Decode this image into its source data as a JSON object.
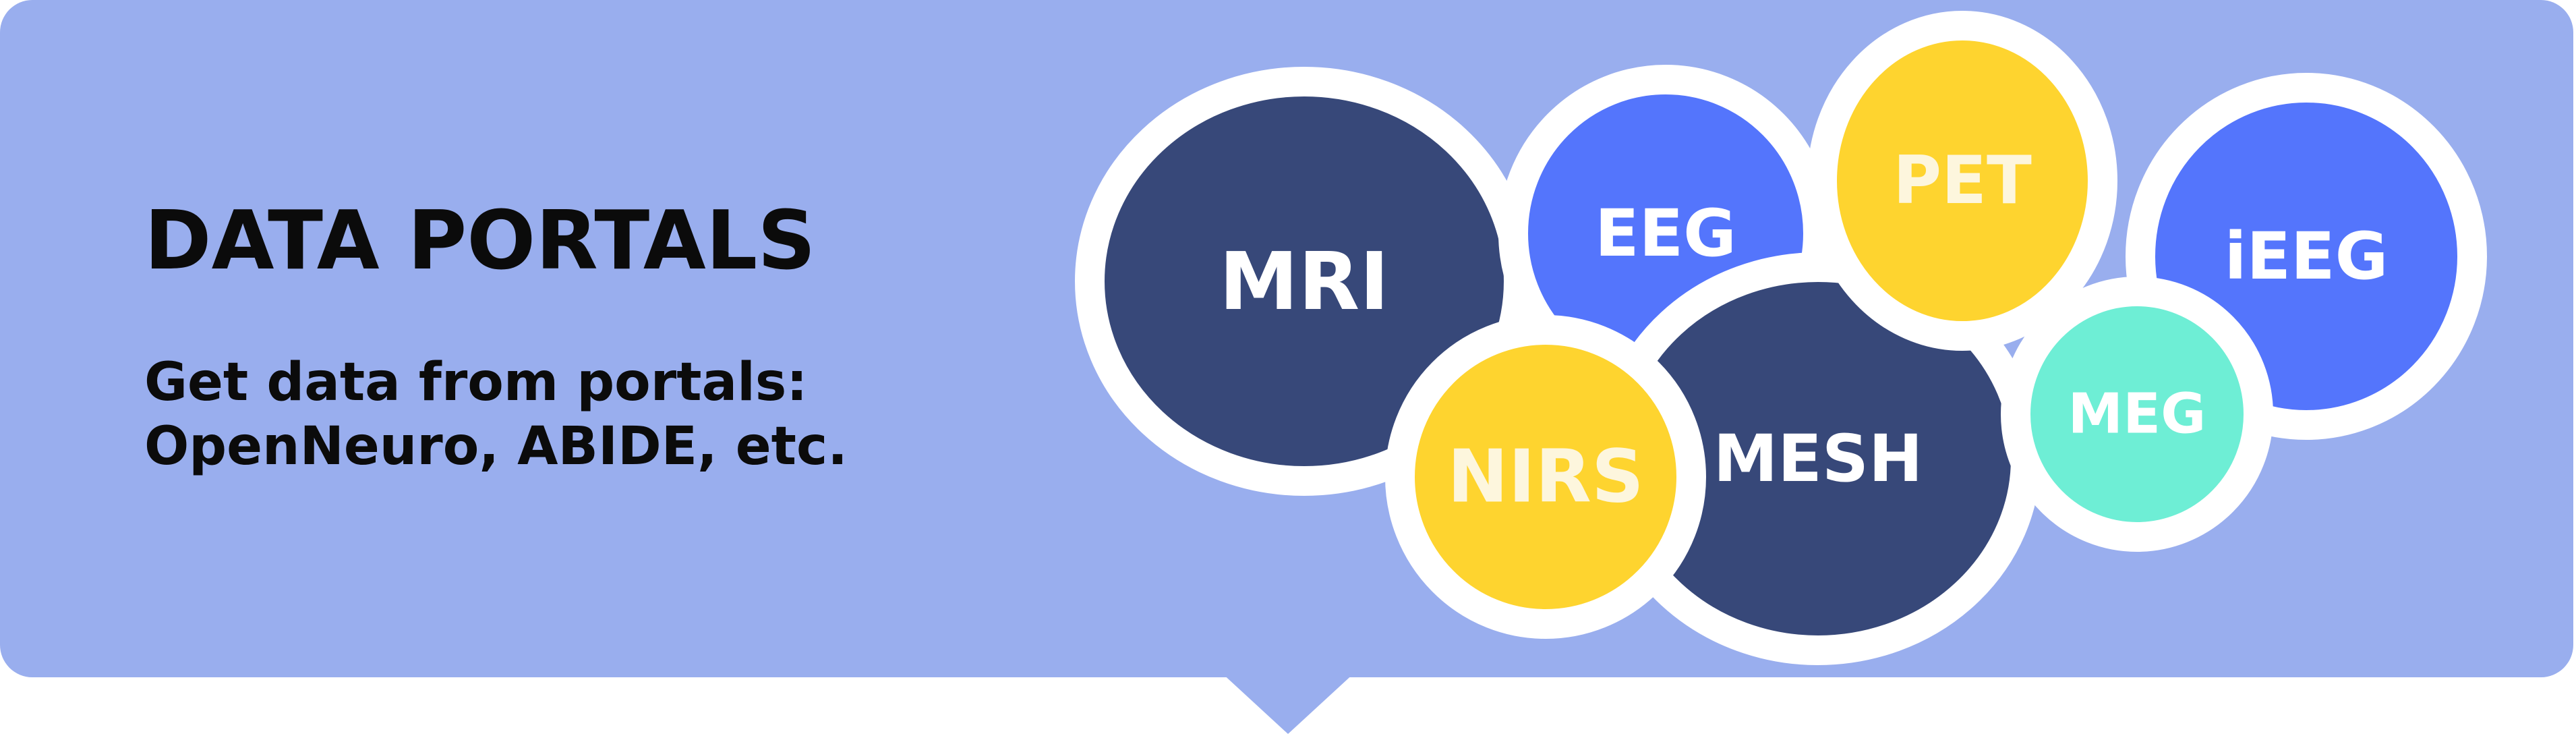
{
  "panel": {
    "title": "DATA PORTALS",
    "subtitle_line1": "Get data from portals:",
    "subtitle_line2": "OpenNeuro, ABIDE, etc."
  },
  "colors": {
    "background": "#99aeee",
    "navy": "#374879",
    "blue": "#5475fc",
    "yellow": "#fed42f",
    "mint": "#6eeed5",
    "outline": "#ffffff",
    "label_light": "#ffffff",
    "label_on_yellow": "#fdf6dd"
  },
  "bubbles": [
    {
      "id": "mri",
      "label": "MRI",
      "color": "navy",
      "text_color": "label_light"
    },
    {
      "id": "eeg",
      "label": "EEG",
      "color": "blue",
      "text_color": "label_light"
    },
    {
      "id": "ieeg",
      "label": "iEEG",
      "color": "blue",
      "text_color": "label_light"
    },
    {
      "id": "mesh",
      "label": "MESH",
      "color": "navy",
      "text_color": "label_light"
    },
    {
      "id": "nirs",
      "label": "NIRS",
      "color": "yellow",
      "text_color": "label_on_yellow"
    },
    {
      "id": "pet",
      "label": "PET",
      "color": "yellow",
      "text_color": "label_on_yellow"
    },
    {
      "id": "meg",
      "label": "MEG",
      "color": "mint",
      "text_color": "label_light"
    }
  ]
}
